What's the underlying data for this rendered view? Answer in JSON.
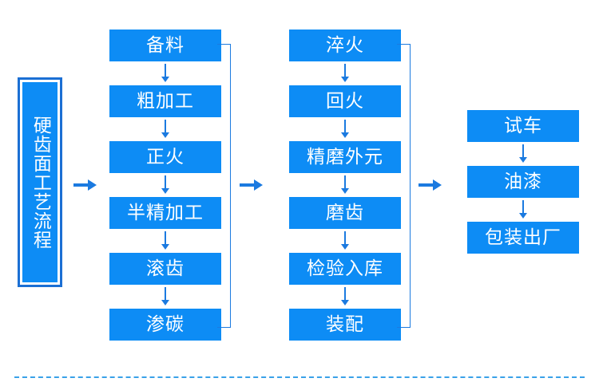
{
  "diagram": {
    "title_label": {
      "text": "硬齿面工艺流程",
      "orientation": "vertical"
    },
    "colors": {
      "box_fill": "#0d8cf5",
      "box_text": "#ffffff",
      "label_border": "#1b6fd4",
      "arrow": "#1b7ae0",
      "connector": "#1b7ae0",
      "dashed_rule": "#39a1e8",
      "background": "#ffffff"
    },
    "columns": [
      {
        "name": "column-1",
        "steps": [
          {
            "label": "备料"
          },
          {
            "label": "粗加工"
          },
          {
            "label": "正火"
          },
          {
            "label": "半精加工"
          },
          {
            "label": "滚齿"
          },
          {
            "label": "渗碳"
          }
        ]
      },
      {
        "name": "column-2",
        "steps": [
          {
            "label": "淬火"
          },
          {
            "label": "回火"
          },
          {
            "label": "精磨外元"
          },
          {
            "label": "磨齿"
          },
          {
            "label": "检验入库"
          },
          {
            "label": "装配"
          }
        ]
      },
      {
        "name": "column-3",
        "steps": [
          {
            "label": "试车"
          },
          {
            "label": "油漆"
          },
          {
            "label": "包装出厂"
          }
        ]
      }
    ],
    "connector_arrows": [
      {
        "name": "arrow-label-to-column-1",
        "direction": "right"
      },
      {
        "name": "arrow-column-1-to-column-2",
        "direction": "right"
      },
      {
        "name": "arrow-column-2-to-column-3",
        "direction": "right"
      }
    ],
    "step_arrow_icon": "arrow-down-icon",
    "flow_arrow_icon": "arrow-right-icon"
  }
}
